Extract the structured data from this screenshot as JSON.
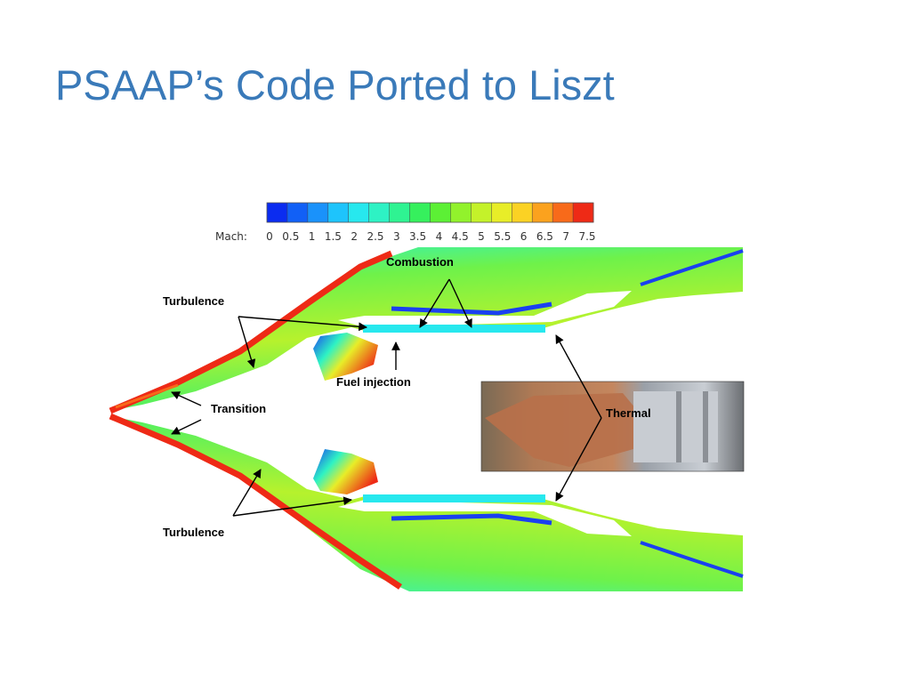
{
  "slide": {
    "title": "PSAAP’s Code Ported to Liszt"
  },
  "colorbar": {
    "label": "Mach:",
    "ticks": [
      "0",
      "0.5",
      "1",
      "1.5",
      "2",
      "2.5",
      "3",
      "3.5",
      "4",
      "4.5",
      "5",
      "5.5",
      "6",
      "6.5",
      "7",
      "7.5"
    ],
    "colors": [
      "#0b2cf0",
      "#1160f6",
      "#1a92fb",
      "#1ec4fc",
      "#27e8ee",
      "#2ef2c4",
      "#2ff392",
      "#36f05d",
      "#5cf035",
      "#92f22c",
      "#c4f22a",
      "#e8ed28",
      "#fbd224",
      "#fba21e",
      "#f86a1a",
      "#ee2a16"
    ]
  },
  "annotations": {
    "combustion": "Combustion",
    "turbulence_top": "Turbulence",
    "fuel_injection": "Fuel injection",
    "transition": "Transition",
    "thermal": "Thermal",
    "turbulence_bottom": "Turbulence"
  },
  "palette": {
    "title": "#3a7ab9",
    "flow_green": "#4ff05a",
    "shock_red": "#ee2a16",
    "cyan": "#27e8ee",
    "blue": "#1a40f0"
  }
}
